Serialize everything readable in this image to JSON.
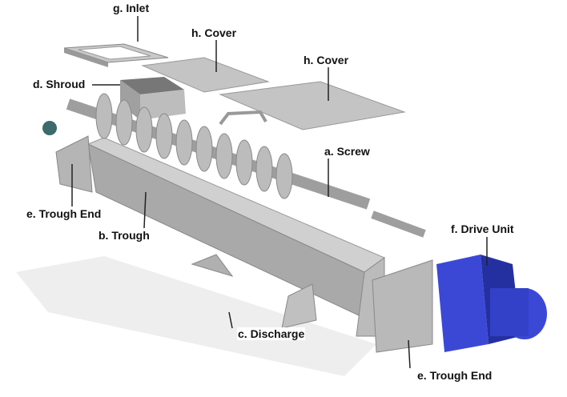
{
  "labels": {
    "inlet": "g. Inlet",
    "cover1": "h. Cover",
    "cover2": "h. Cover",
    "shroud": "d. Shroud",
    "screw": "a. Screw",
    "trough_end_left": "e. Trough End",
    "trough": "b. Trough",
    "drive_unit": "f. Drive Unit",
    "discharge": "c. Discharge",
    "trough_end_right": "e. Trough End"
  },
  "colors": {
    "metal": "#b8b8b8",
    "metal_dark": "#8e8e8e",
    "drive": "#3b48d6",
    "drive_dark": "#2530a0"
  }
}
